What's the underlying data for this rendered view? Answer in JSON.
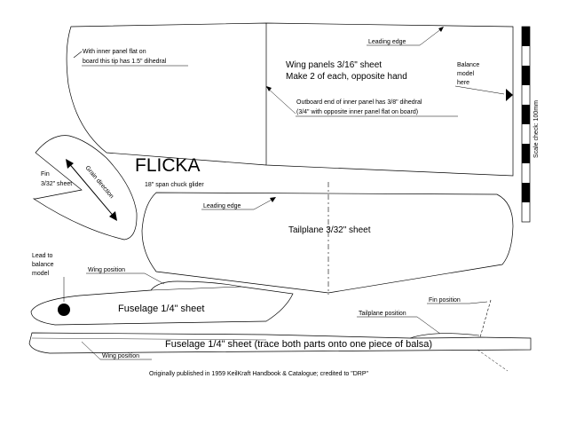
{
  "title": "FLICKA",
  "subtitle": "18\" span chuck glider",
  "wing": {
    "inner_tip_note_line1": "With inner panel flat on",
    "inner_tip_note_line2": "board this tip has 1.5\" dihedral",
    "leading_edge": "Leading edge",
    "panels_line1": "Wing panels 3/16\" sheet",
    "panels_line2": "Make 2 of each, opposite hand",
    "balance_line1": "Balance",
    "balance_line2": "model",
    "balance_line3": "here",
    "outboard_note_line1": "Outboard end of inner panel has 3/8\" dihedral",
    "outboard_note_line2": "(3/4\" with opposite inner panel flat on board)"
  },
  "fin": {
    "label_line1": "Fin",
    "label_line2": "3/32\" sheet",
    "grain": "Grain direction"
  },
  "tailplane": {
    "leading_edge": "Leading edge",
    "label": "Tailplane 3/32\" sheet"
  },
  "fuselage": {
    "lead_line1": "Lead to",
    "lead_line2": "balance",
    "lead_line3": "model",
    "wing_position": "Wing position",
    "label": "Fuselage 1/4\" sheet",
    "tailplane_position": "Tailplane position",
    "fin_position": "Fin position",
    "long_label": "Fuselage 1/4\" sheet (trace both parts onto one piece of balsa)",
    "wing_position_lower": "Wing position"
  },
  "scale": {
    "label": "Scale check: 100mm"
  },
  "credit": "Originally published in 1959 KeilKraft Handbook & Catalogue; credited to \"DRP\""
}
